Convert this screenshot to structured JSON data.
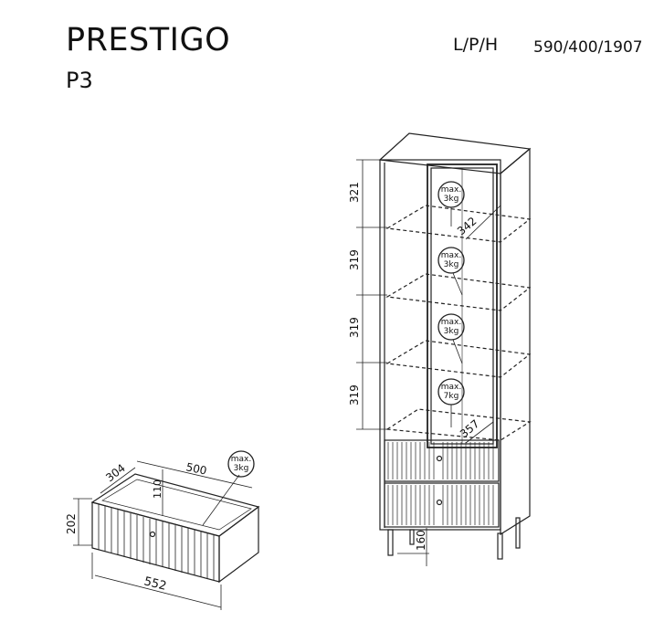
{
  "header": {
    "brand": "PRESTIGO",
    "model": "P3",
    "dimension_label": "L/P/H",
    "dimension_value": "590/400/1907"
  },
  "cabinet": {
    "heights": [
      "321",
      "319",
      "319",
      "319"
    ],
    "shelf_depth_top": "342",
    "shelf_depth_bottom": "357",
    "leg_height": "160",
    "loads": [
      {
        "line1": "max.",
        "line2": "3kg"
      },
      {
        "line1": "max.",
        "line2": "3kg"
      },
      {
        "line1": "max.",
        "line2": "3kg"
      },
      {
        "line1": "max.",
        "line2": "7kg"
      }
    ]
  },
  "drawer": {
    "depth": "304",
    "inner_length": "500",
    "inner_height": "110",
    "height": "202",
    "width": "552",
    "load": {
      "line1": "max.",
      "line2": "3kg"
    }
  }
}
